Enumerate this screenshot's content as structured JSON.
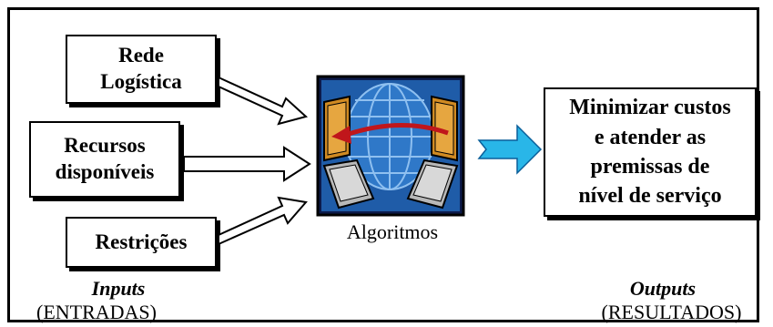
{
  "inputs": {
    "boxes": [
      {
        "lines": [
          "Rede",
          "Logística"
        ]
      },
      {
        "lines": [
          "Recursos",
          "disponíveis"
        ]
      },
      {
        "lines": [
          "Restrições"
        ]
      }
    ],
    "title": "Inputs",
    "subtitle": "(ENTRADAS)"
  },
  "algorithm": {
    "label": "Algoritmos",
    "icon": "computer-network-icon",
    "colors": {
      "background": "#1f5ca8",
      "globe": "#6fa8e0",
      "arrow": "#c0161b",
      "panel": "#d08a22"
    }
  },
  "output": {
    "lines": [
      "Minimizar custos",
      "e atender as",
      "premissas de",
      "nível de serviço"
    ],
    "title": "Outputs",
    "subtitle": "(RESULTADOS)"
  },
  "colors": {
    "output_arrow": "#29b6e8",
    "line": "#000000"
  }
}
